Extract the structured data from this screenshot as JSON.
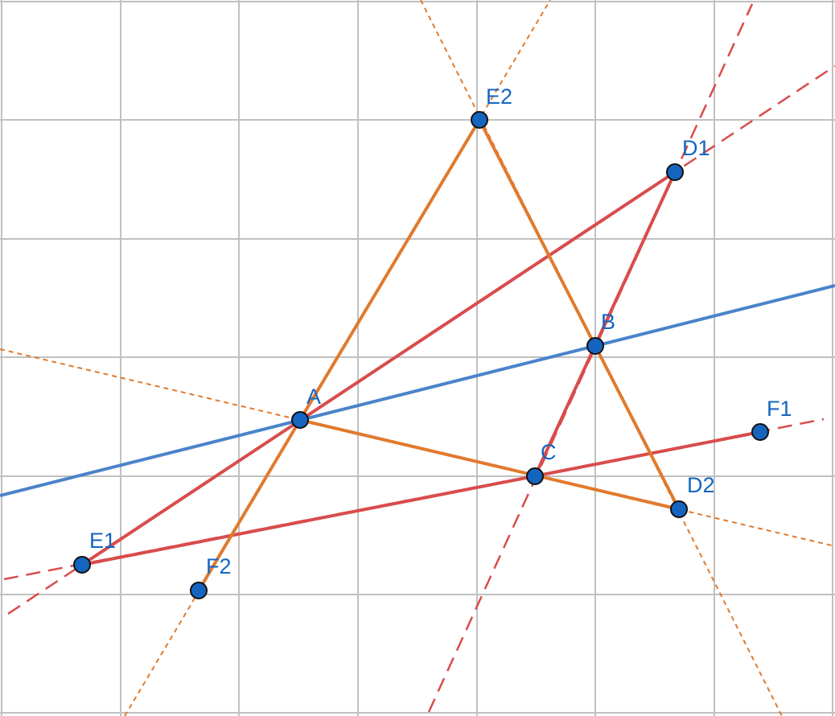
{
  "colors": {
    "background": "#ffffff",
    "grid": "#c0c0c0",
    "blue_line": "#4a84c9",
    "red": "#d94c4c",
    "orange": "#e07a2e",
    "point_fill": "#1565c0",
    "point_stroke": "#111111",
    "label": "#1565c0"
  },
  "points": [
    {
      "id": "E2",
      "label": "E2"
    },
    {
      "id": "D1",
      "label": "D1"
    },
    {
      "id": "B",
      "label": "B"
    },
    {
      "id": "A",
      "label": "A"
    },
    {
      "id": "F1",
      "label": "F1"
    },
    {
      "id": "C",
      "label": "C"
    },
    {
      "id": "D2",
      "label": "D2"
    },
    {
      "id": "E1",
      "label": "E1"
    },
    {
      "id": "F2",
      "label": "F2"
    }
  ],
  "segments": [
    {
      "from": "A",
      "to": "E2",
      "color": "orange"
    },
    {
      "from": "E2",
      "to": "D2",
      "color": "orange"
    },
    {
      "from": "A",
      "to": "D2",
      "color": "orange"
    },
    {
      "from": "A",
      "to": "F2",
      "color": "orange"
    },
    {
      "from": "E1",
      "to": "D1",
      "color": "red"
    },
    {
      "from": "D1",
      "to": "C",
      "color": "red"
    },
    {
      "from": "E1",
      "to": "F1",
      "color": "red"
    }
  ]
}
